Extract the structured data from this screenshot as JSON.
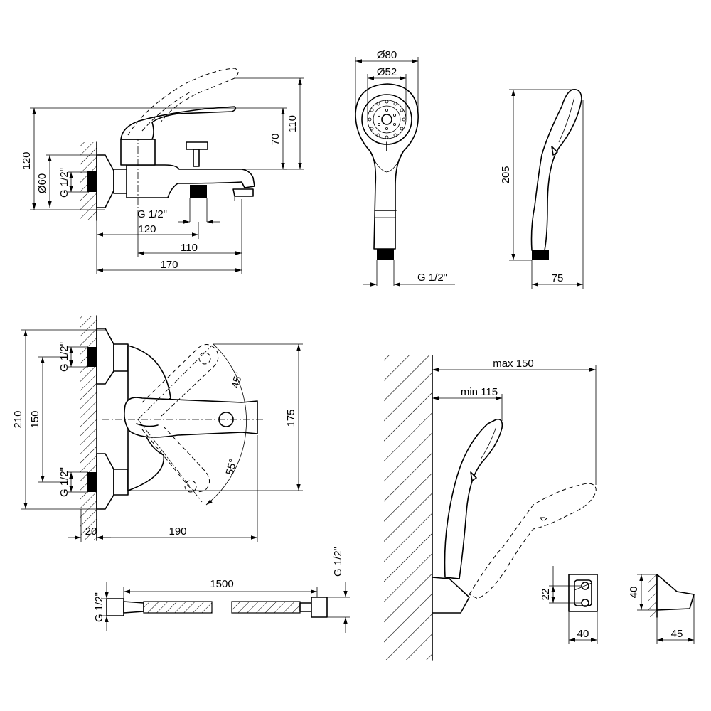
{
  "dimensions": {
    "faucet_top": {
      "d120_vertical": "120",
      "d60": "Ø60",
      "g_half": "G 1/2\"",
      "g_half_spout": "G 1/2\"",
      "d70": "70",
      "d110_vertical": "110",
      "d120_horizontal": "120",
      "d110_horizontal": "110",
      "d170": "170"
    },
    "shower_head_front": {
      "d80": "Ø80",
      "d52": "Ø52",
      "g_half": "G 1/2\""
    },
    "shower_head_side": {
      "d205": "205",
      "d75": "75"
    },
    "faucet_plan": {
      "g_half_upper": "G 1/2\"",
      "g_half_lower": "G 1/2\"",
      "d210": "210",
      "d150": "150",
      "angle45": "45°",
      "angle55": "55°",
      "d175": "175",
      "d20": "20",
      "d190": "190"
    },
    "hose": {
      "d1500": "1500",
      "g_half_left": "G 1/2\"",
      "g_half_right": "G 1/2\""
    },
    "wall_holder": {
      "max150": "max 150",
      "min115": "min 115"
    },
    "bracket": {
      "d22": "22",
      "d40_width": "40",
      "d40_height": "40",
      "d45": "45"
    }
  }
}
